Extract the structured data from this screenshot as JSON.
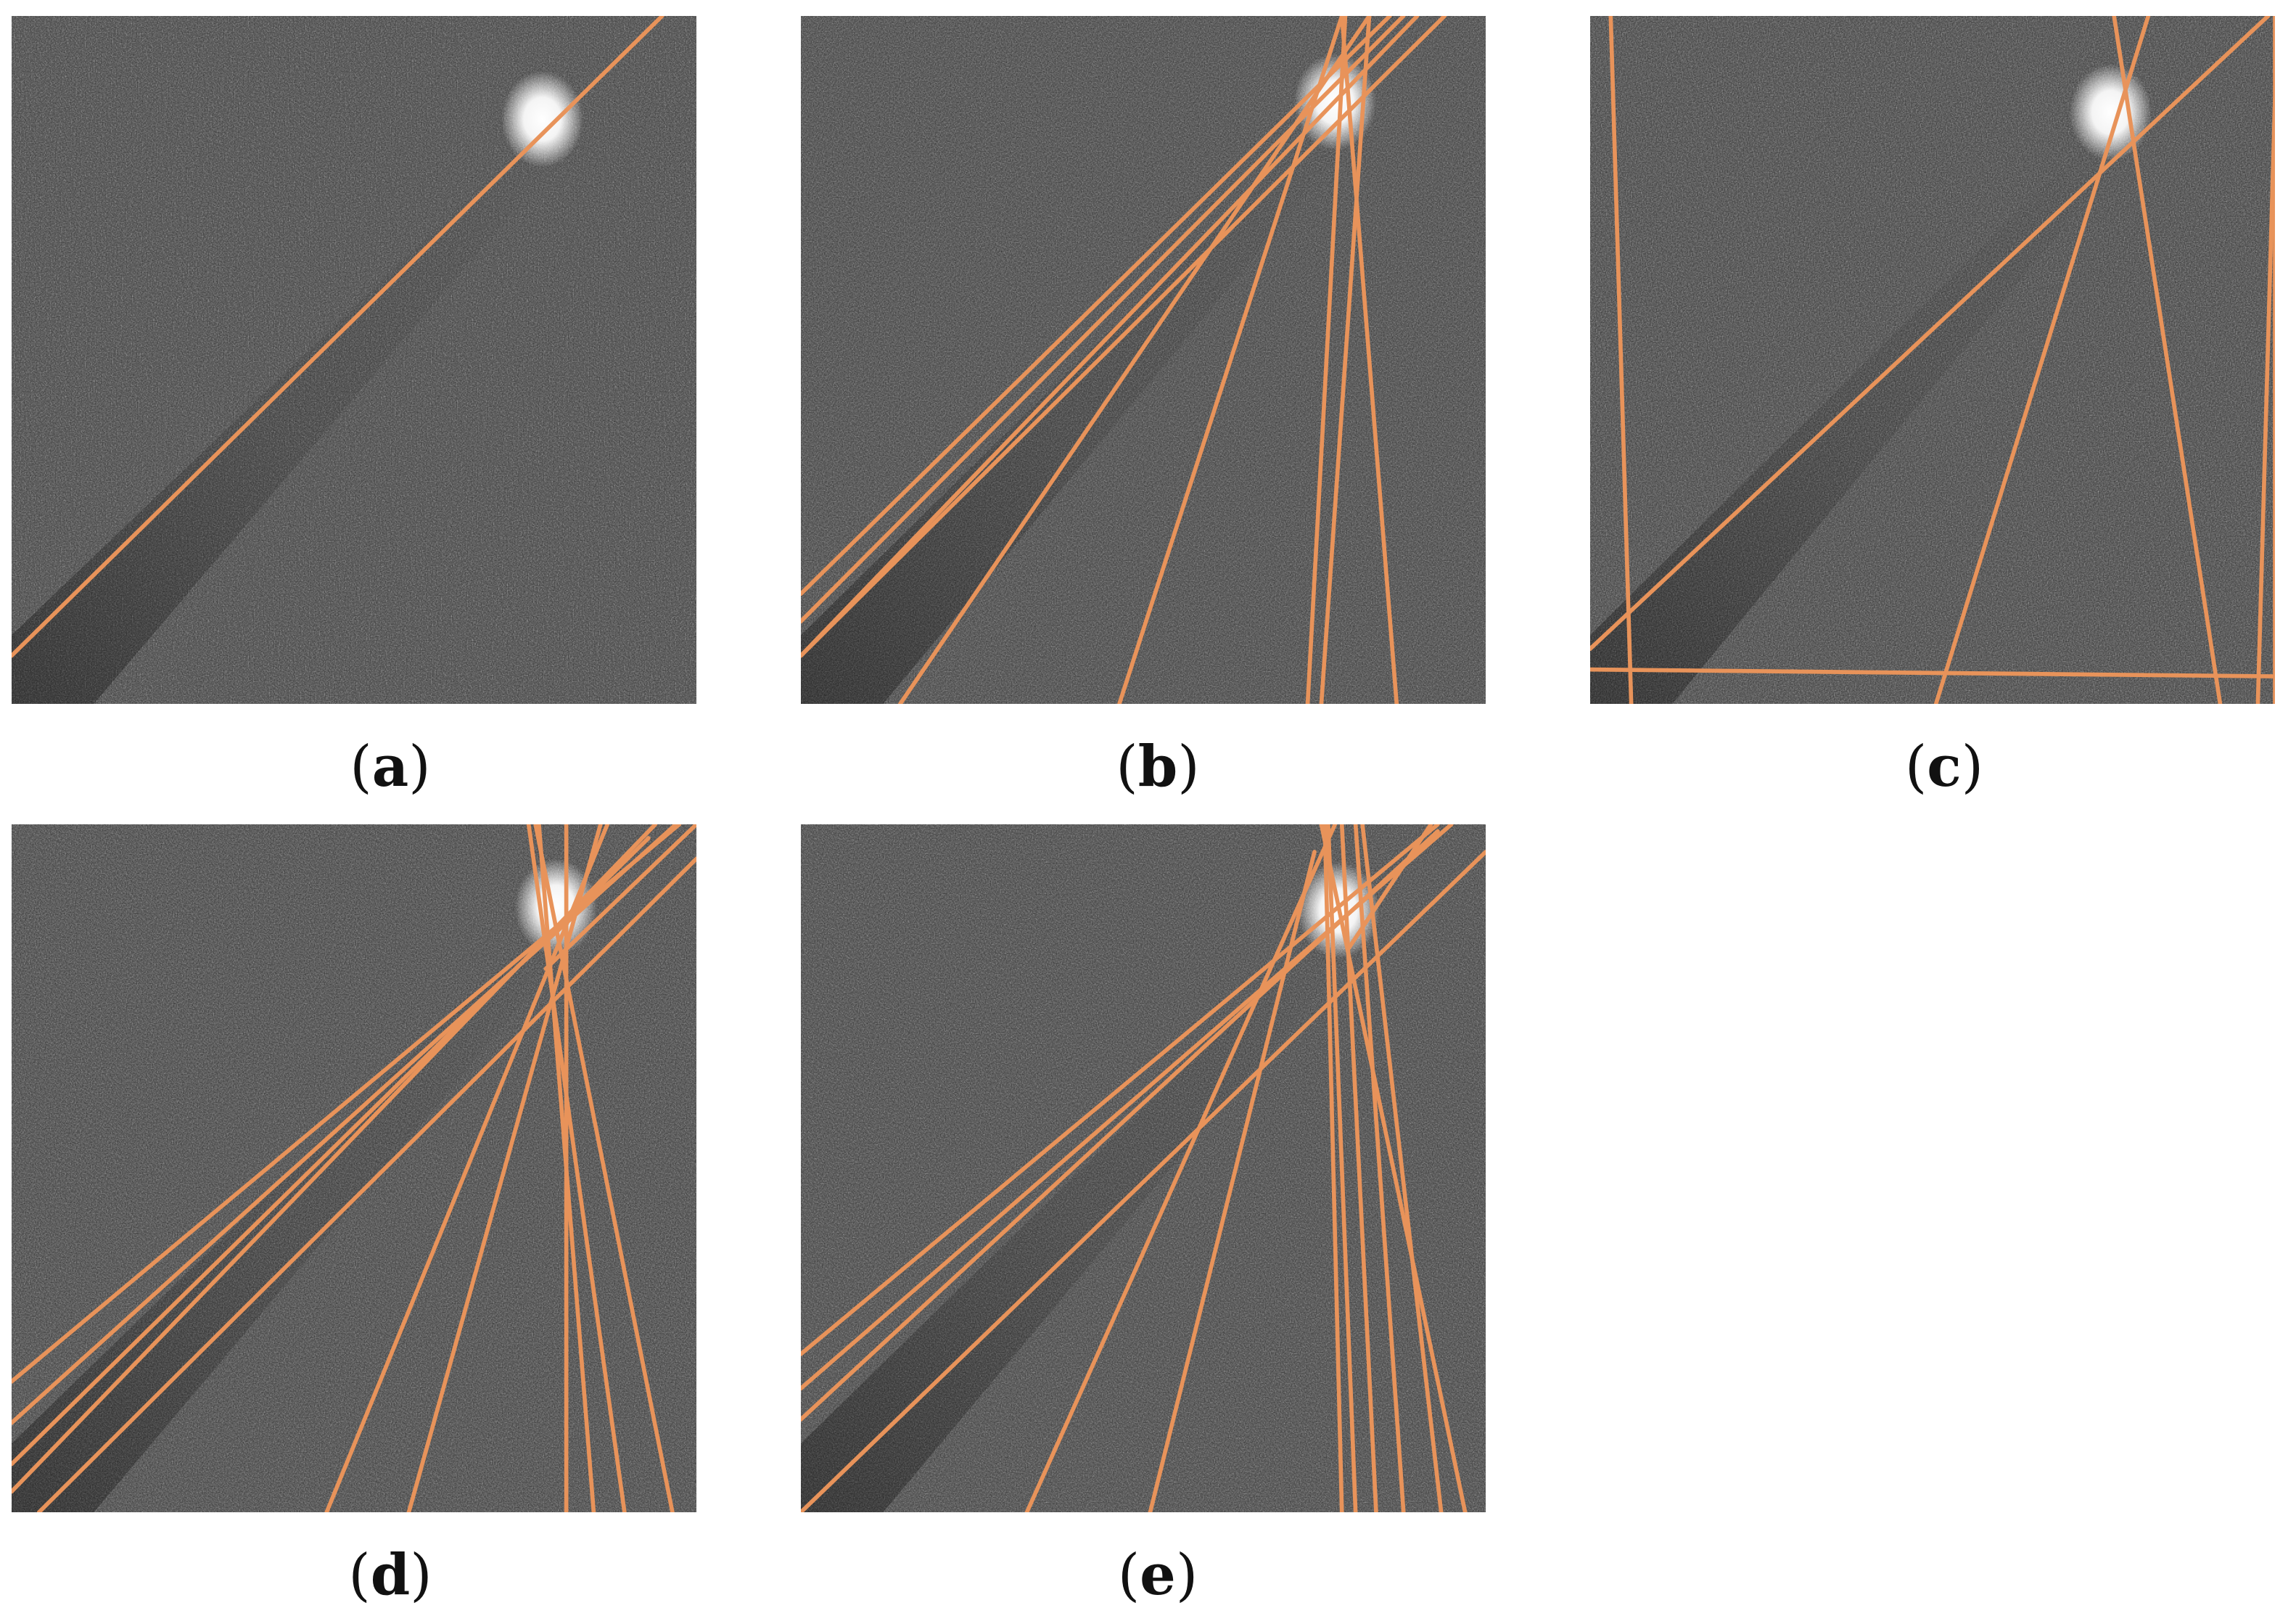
{
  "figure": {
    "line_color": "#E8935A",
    "background_color": "#ffffff",
    "noise_color": "#3a3a3a",
    "panels": [
      {
        "id": "a",
        "caption_open": "(",
        "caption_letter": "a",
        "caption_close": ")",
        "detected_line_count": 1
      },
      {
        "id": "b",
        "caption_open": "(",
        "caption_letter": "b",
        "caption_close": ")",
        "detected_line_count": 9
      },
      {
        "id": "c",
        "caption_open": "(",
        "caption_letter": "c",
        "caption_close": ")",
        "detected_line_count": 7
      },
      {
        "id": "d",
        "caption_open": "(",
        "caption_letter": "d",
        "caption_close": ")",
        "detected_line_count": 12
      },
      {
        "id": "e",
        "caption_open": "(",
        "caption_letter": "e",
        "caption_close": ")",
        "detected_line_count": 13
      }
    ]
  }
}
